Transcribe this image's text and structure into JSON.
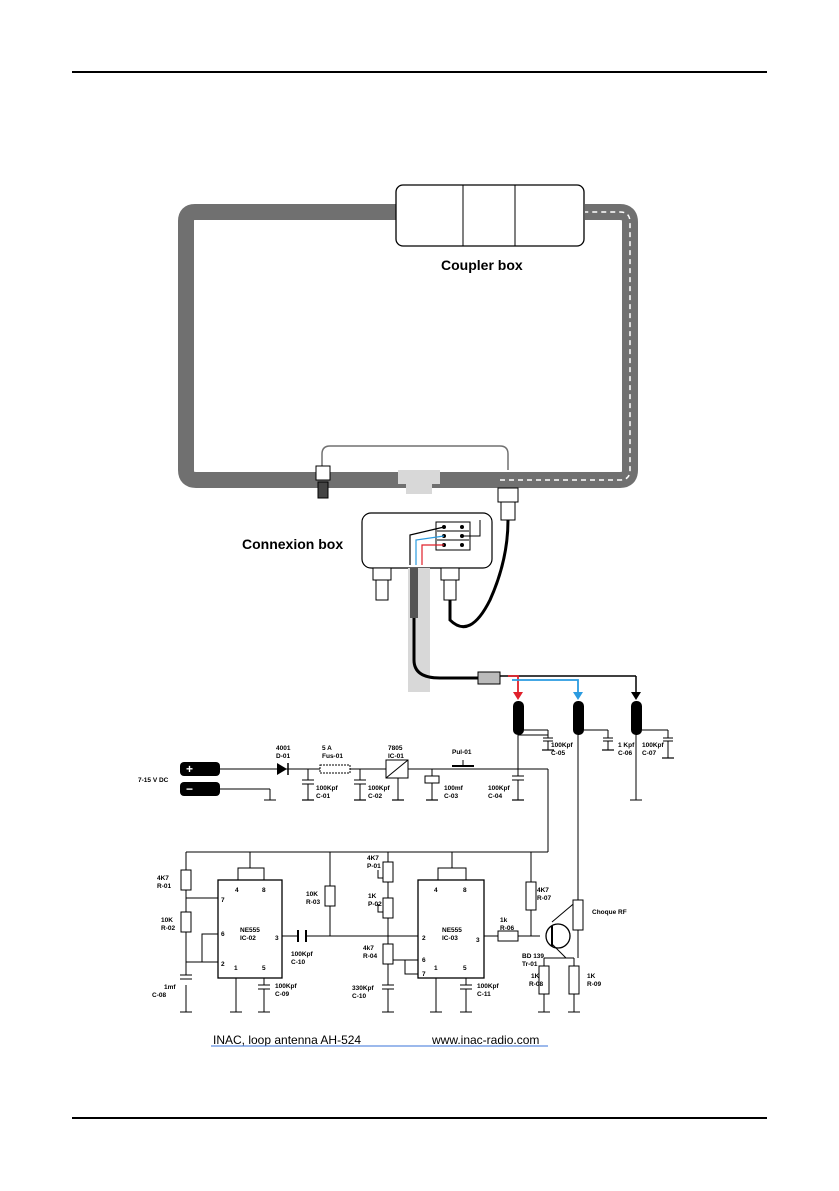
{
  "diagram": {
    "coupler_box_label": "Coupler box",
    "connexion_box_label": "Connexion box",
    "supply_label": "7-15 V DC",
    "plus_sign": "+",
    "minus_sign": "−",
    "components": {
      "d01_value": "4001",
      "d01_ref": "D-01",
      "fus_value": "5 A",
      "fus_ref": "Fus-01",
      "ic01_value": "7805",
      "ic01_ref": "IC-01",
      "pul_ref": "Pul-01",
      "c01_value": "100Kpf",
      "c01_ref": "C-01",
      "c02_value": "100Kpf",
      "c02_ref": "C-02",
      "c03_value": "100mf",
      "c03_ref": "C-03",
      "c04_value": "100Kpf",
      "c04_ref": "C-04",
      "c05_value": "100Kpf",
      "c05_ref": "C-05",
      "c06_value": "1 Kpf",
      "c06_ref": "C-06",
      "c07_value": "100Kpf",
      "c07_ref": "C-07",
      "r01_value": "4K7",
      "r01_ref": "R-01",
      "r02_value": "10K",
      "r02_ref": "R-02",
      "c08_value": "1mf",
      "c08_ref": "C-08",
      "ic02_value": "NE555",
      "ic02_ref": "IC-02",
      "c09_value": "100Kpf",
      "c09_ref": "C-09",
      "r03_value": "10K",
      "r03_ref": "R-03",
      "c10a_value": "100Kpf",
      "c10a_ref": "C-10",
      "p01_value": "4K7",
      "p01_ref": "P-01",
      "p02_value": "1K",
      "p02_ref": "P-02",
      "r04_value": "4k7",
      "r04_ref": "R-04",
      "c10b_value": "330Kpf",
      "c10b_ref": "C-10",
      "ic03_value": "NE555",
      "ic03_ref": "IC-03",
      "c11_value": "100Kpf",
      "c11_ref": "C-11",
      "r06_value": "1k",
      "r06_ref": "R-06",
      "r07_value": "4K7",
      "r07_ref": "R-07",
      "tr01_value": "BD 139",
      "tr01_ref": "Tr-01",
      "r08_value": "1K",
      "r08_ref": "R-08",
      "r09_value": "1K",
      "r09_ref": "R-09",
      "choque_label": "Choque RF"
    },
    "pins": {
      "ic02_p4": "4",
      "ic02_p8": "8",
      "ic02_p7": "7",
      "ic02_p6": "6",
      "ic02_p2": "2",
      "ic02_p1": "1",
      "ic02_p5": "5",
      "ic02_p3": "3",
      "ic03_p4": "4",
      "ic03_p8": "8",
      "ic03_p2": "2",
      "ic03_p6": "6",
      "ic03_p7": "7",
      "ic03_p1": "1",
      "ic03_p5": "5",
      "ic03_p3": "3"
    },
    "colors": {
      "loop": "#707070",
      "red_wire": "#e0202a",
      "blue_wire": "#2a9be0",
      "mast": "#d8d8d8"
    }
  },
  "footer": {
    "left_text": "INAC, loop antenna AH-524",
    "right_text": "www.inac-radio.com"
  }
}
